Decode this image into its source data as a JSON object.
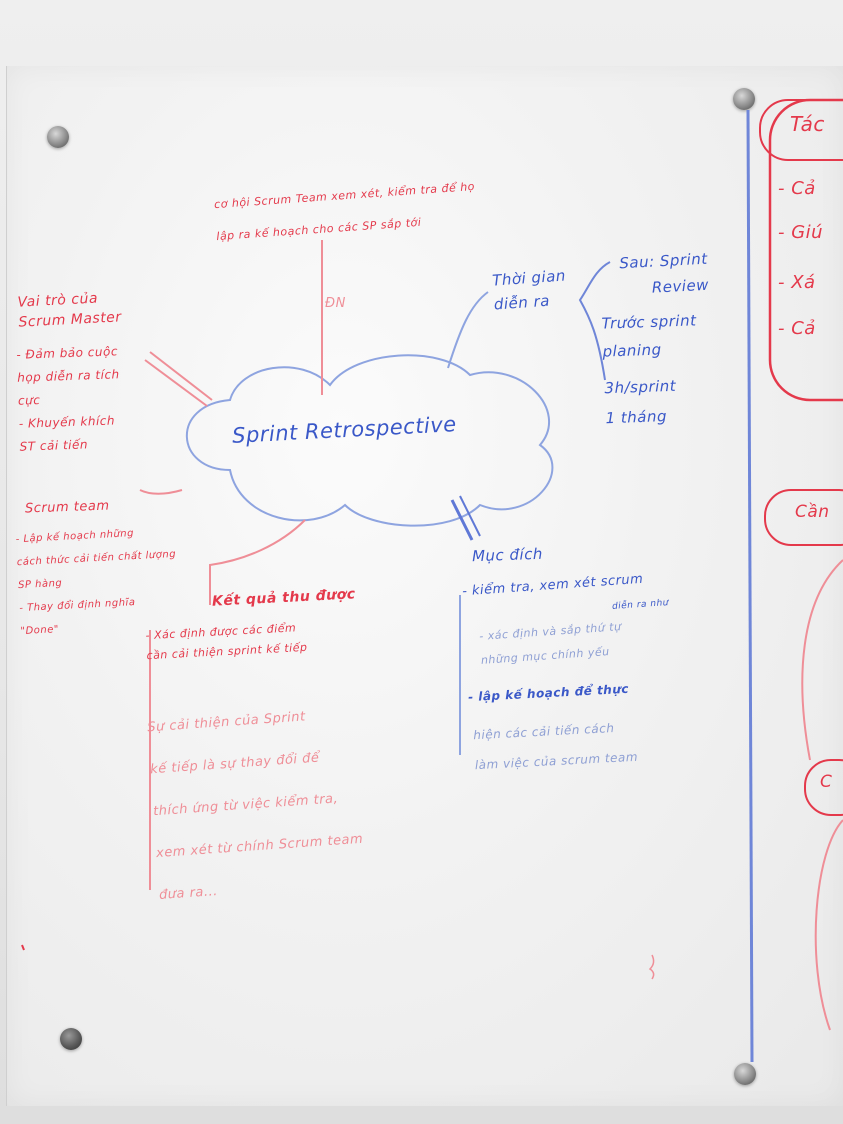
{
  "center_topic": "Sprint Retrospective",
  "top_note": "cơ hội Scrum Team xem xét, kiểm tra để họ\nlập ra kế hoạch cho các SP sắp tới",
  "top_connector_label": "ĐN",
  "time": {
    "heading": "Thời gian\ndiễn ra",
    "after": "Sau: Sprint\nReview",
    "before": "Trước sprint\nplaning",
    "duration": "3h/sprint\n1 tháng"
  },
  "scrum_master": {
    "heading": "Vai trò của\nScrum Master",
    "body": "- Đảm bảo cuộc\nhọp diễn ra tích\ncực\n- Khuyến khích\nST cải tiến"
  },
  "scrum_team": {
    "heading": "Scrum team",
    "body": "- Lập kế hoạch những\ncách thức cải tiến chất lượng\nSP hàng\n- Thay đổi định nghĩa\n\"Done\""
  },
  "results": {
    "heading": "Kết quả thu được",
    "line1": "- Xác định được các điểm\ncần cải thiện sprint kế tiếp",
    "body": "Sự cải thiện của Sprint\nkế tiếp là sự thay đổi để\nthích ứng từ việc kiểm tra,\nxem xét từ chính Scrum team\nđưa ra..."
  },
  "purpose": {
    "heading": "Mục đích",
    "line1": "- kiểm tra, xem xét scrum",
    "line1_sub": "diễn ra như",
    "line2": "- xác định và sắp thứ tự\nnhững mục chính yếu",
    "line3": "- lập kế hoạch để thực",
    "line4": "hiện các cải tiến cách\nlàm việc của scrum team"
  },
  "right_panel": {
    "top_title": "Tác",
    "top_items": [
      "- Cả",
      "- Giú",
      "- Xá",
      "- Cả"
    ],
    "mid_title": "Cần",
    "lower_title": "C"
  }
}
